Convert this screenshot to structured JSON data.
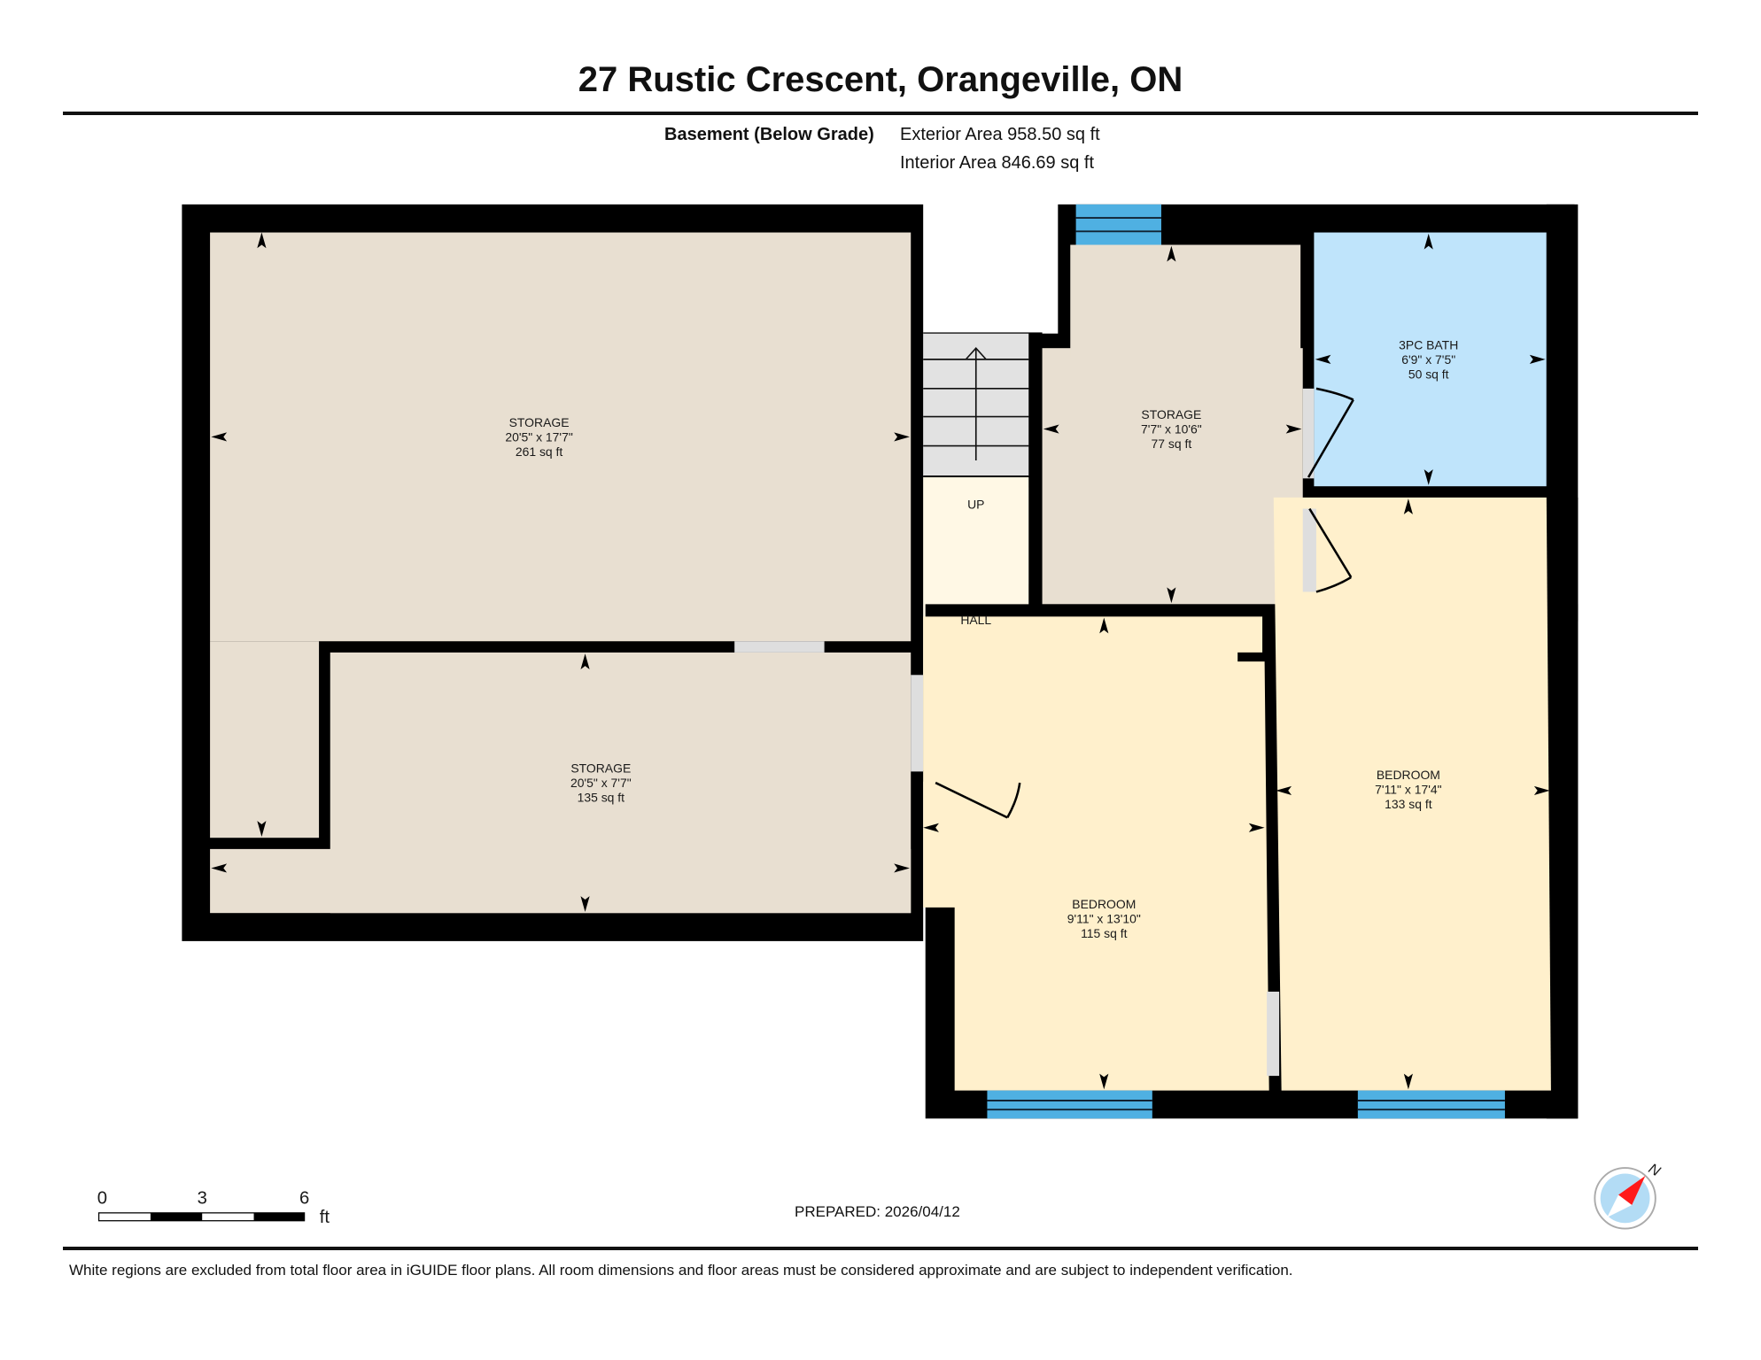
{
  "header": {
    "title": "27 Rustic Crescent, Orangeville, ON",
    "floor_label": "Basement (Below Grade)",
    "exterior_area": "Exterior Area 958.50 sq ft",
    "interior_area": "Interior Area 846.69 sq ft"
  },
  "rooms": [
    {
      "name": "STORAGE",
      "dims": "20'5\" x 17'7\"",
      "area": "261 sq ft",
      "color": "#e8dfd1"
    },
    {
      "name": "STORAGE",
      "dims": "20'5\" x 7'7\"",
      "area": "135 sq ft",
      "color": "#e8dfd1"
    },
    {
      "name": "STORAGE",
      "dims": "7'7\" x 10'6\"",
      "area": "77 sq ft",
      "color": "#e8dfd1"
    },
    {
      "name": "3PC BATH",
      "dims": "6'9\" x 7'5\"",
      "area": "50 sq ft",
      "color": "#bfe4fb"
    },
    {
      "name": "BEDROOM",
      "dims": "7'11\" x 17'4\"",
      "area": "133 sq ft",
      "color": "#fff0cc"
    },
    {
      "name": "BEDROOM",
      "dims": "9'11\" x 13'10\"",
      "area": "115 sq ft",
      "color": "#fff0cc"
    },
    {
      "name": "HALL",
      "dims": "",
      "area": "",
      "color": "#fff8e5"
    }
  ],
  "stairs": {
    "label": "UP"
  },
  "scale_bar": {
    "ticks": [
      "0",
      "3",
      "6"
    ],
    "unit": "ft"
  },
  "prepared": "PREPARED: 2026/04/12",
  "compass": {
    "label": "N"
  },
  "footer": {
    "disclaimer": "White regions are excluded from total floor area in iGUIDE floor plans. All room dimensions and floor areas must be considered approximate and are subject to independent verification."
  },
  "colors": {
    "wall": "#000000",
    "storage": "#e8dfd1",
    "bath": "#bfe4fb",
    "bedroom": "#fff0cc",
    "hall": "#fff8e5",
    "window": "#4fb0e2",
    "door_opening": "#dedede",
    "stairs": "#e2e2e2"
  }
}
